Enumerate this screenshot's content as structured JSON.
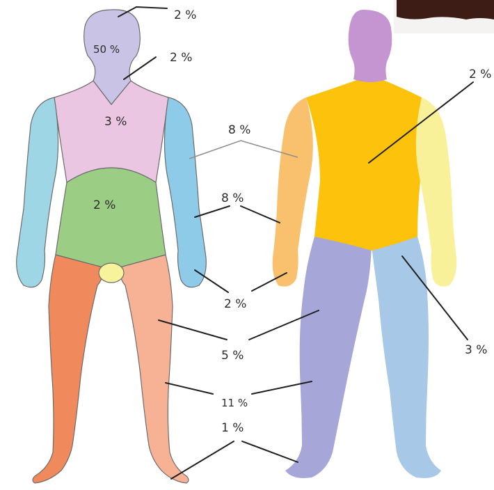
{
  "labels": {
    "front_head_top": "2 %",
    "front_head": "50 %",
    "front_neck": "2 %",
    "front_chest": "3 %",
    "front_abdomen": "2 %",
    "back_trunk": "2 %",
    "upper_arms": "8 %",
    "forearms": "8 %",
    "hands": "2 %",
    "thighs": "5 %",
    "back_right_leg": "3 %",
    "lower_legs": "11 %",
    "feet": "1 %"
  },
  "colors": {
    "front_head": "#c9c3e6",
    "front_chest": "#ebc6e2",
    "front_arm": "#9fd6e6",
    "front_arm_right": "#8ecbe8",
    "front_abdomen": "#9ccd84",
    "groin": "#f7f39b",
    "front_leg_left": "#f0895b",
    "front_leg_right": "#f7b296",
    "back_head": "#c595d2",
    "back_trunk": "#fcc20c",
    "back_arm_left": "#f9c06e",
    "back_arm_right": "#f9f09a",
    "back_leg_left": "#a6a6d8",
    "back_leg_right": "#a8c8e8",
    "corner_photo": "#3c1c14"
  }
}
